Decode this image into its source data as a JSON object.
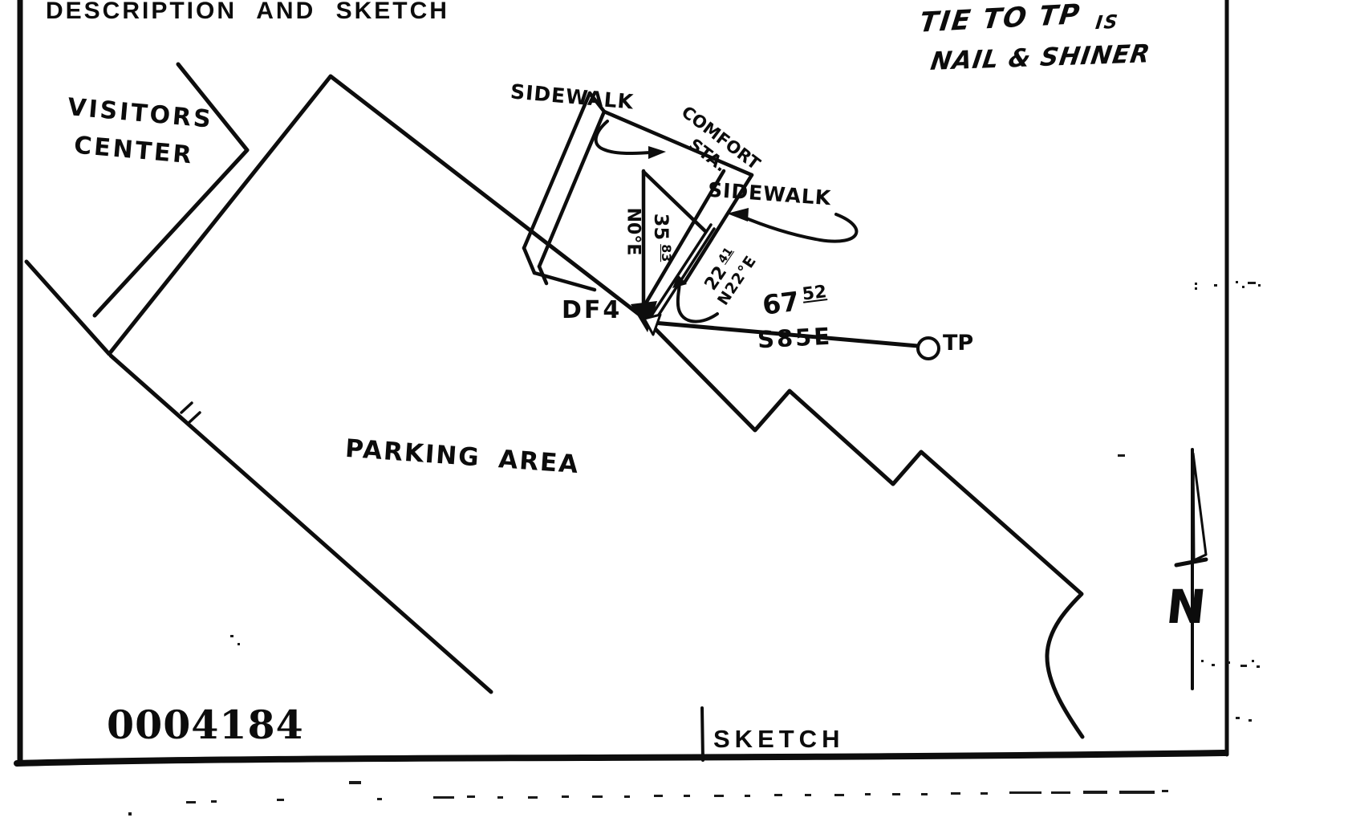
{
  "document": {
    "title": "DESCRIPTION AND SKETCH",
    "stamp_number": "0004184",
    "bottom_label": "SKETCH"
  },
  "note": {
    "line1_main": "TIE TO TP",
    "line1_suffix": "IS",
    "line2": "NAIL & SHINER"
  },
  "features": {
    "visitors_center": [
      "VISITORS",
      "CENTER"
    ],
    "parking_area": "PARKING AREA",
    "comfort_station": [
      "COMFORT",
      "STA."
    ],
    "sidewalk_left": "SIDEWALK",
    "sidewalk_right": "SIDEWALK",
    "station_df4": "DF4",
    "turning_point": "TP",
    "north": "N"
  },
  "measurements": {
    "tie_north": {
      "distance": "35",
      "sup": "83",
      "bearing": "N0°E"
    },
    "tie_building": {
      "distance": "22",
      "sup": "41",
      "bearing": "N22°E"
    },
    "tie_tp": {
      "distance": "67",
      "sup": "52",
      "bearing": "S85E"
    }
  }
}
